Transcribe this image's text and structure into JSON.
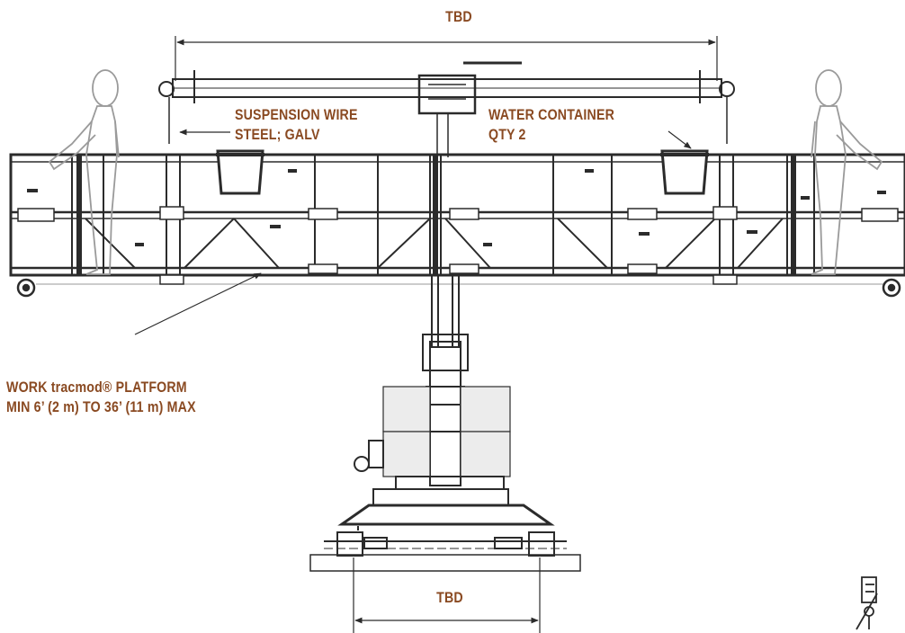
{
  "colors": {
    "label": "#8a4a22",
    "line": "#2b2b2b",
    "figure": "#9a9a9a",
    "counterweight": "#ececec"
  },
  "dimensions": {
    "top": "TBD",
    "bottom": "TBD"
  },
  "callouts": {
    "suspension_wire": {
      "line1": "SUSPENSION WIRE",
      "line2": "STEEL; GALV"
    },
    "water_container": {
      "line1": "WATER CONTAINER",
      "line2": "QTY 2"
    },
    "work_platform": {
      "line1": "WORK tracmod® PLATFORM",
      "line2": "MIN 6’ (2 m) TO 36’ (11 m) MAX"
    }
  },
  "figures": [
    "worker-left",
    "worker-right"
  ],
  "icons": [
    "corner-logo-icon"
  ]
}
